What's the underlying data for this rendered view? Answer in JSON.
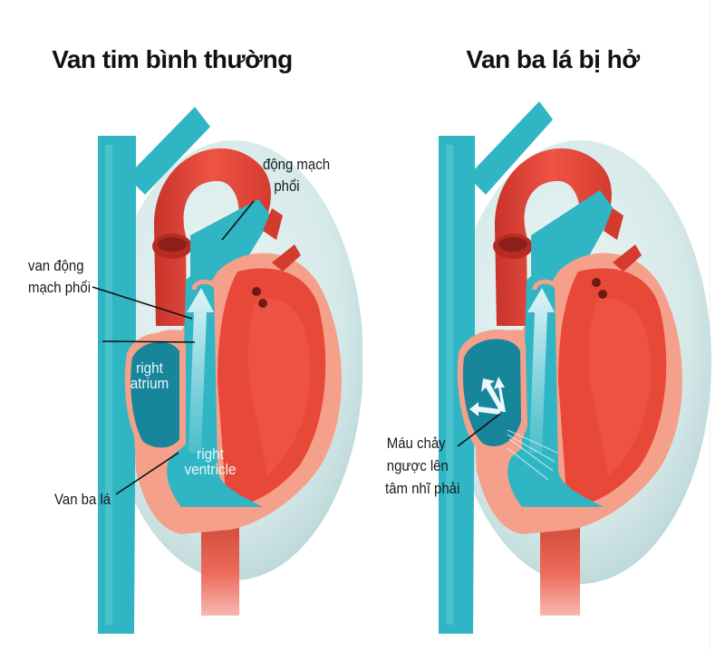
{
  "figure": {
    "colors": {
      "background": "#ffffff",
      "ellipse": "#d8ebeb",
      "vein_blue": "#2fb5c4",
      "chamber_teal": "#1a8fa3",
      "artery_red": "#e8483a",
      "muscle_salmon": "#f4a08a",
      "label_text": "#1a1a1a",
      "inner_label_text": "#e8f6f8"
    },
    "panels": [
      {
        "title": "Van tim bình thường",
        "callouts": {
          "pulmonary_artery": [
            "động mạch",
            "phổi"
          ],
          "pulmonary_valve": [
            "van động",
            "mạch phổi"
          ],
          "tricuspid_valve": "Van ba lá"
        },
        "chambers": {
          "right_atrium": [
            "right",
            "atrium"
          ],
          "right_ventricle": [
            "right",
            "ventricle"
          ]
        }
      },
      {
        "title": "Van ba lá bị hở",
        "callouts": {
          "regurgitation": [
            "Máu chảy",
            "ngược lên",
            "tâm nhĩ phải"
          ]
        }
      }
    ]
  }
}
